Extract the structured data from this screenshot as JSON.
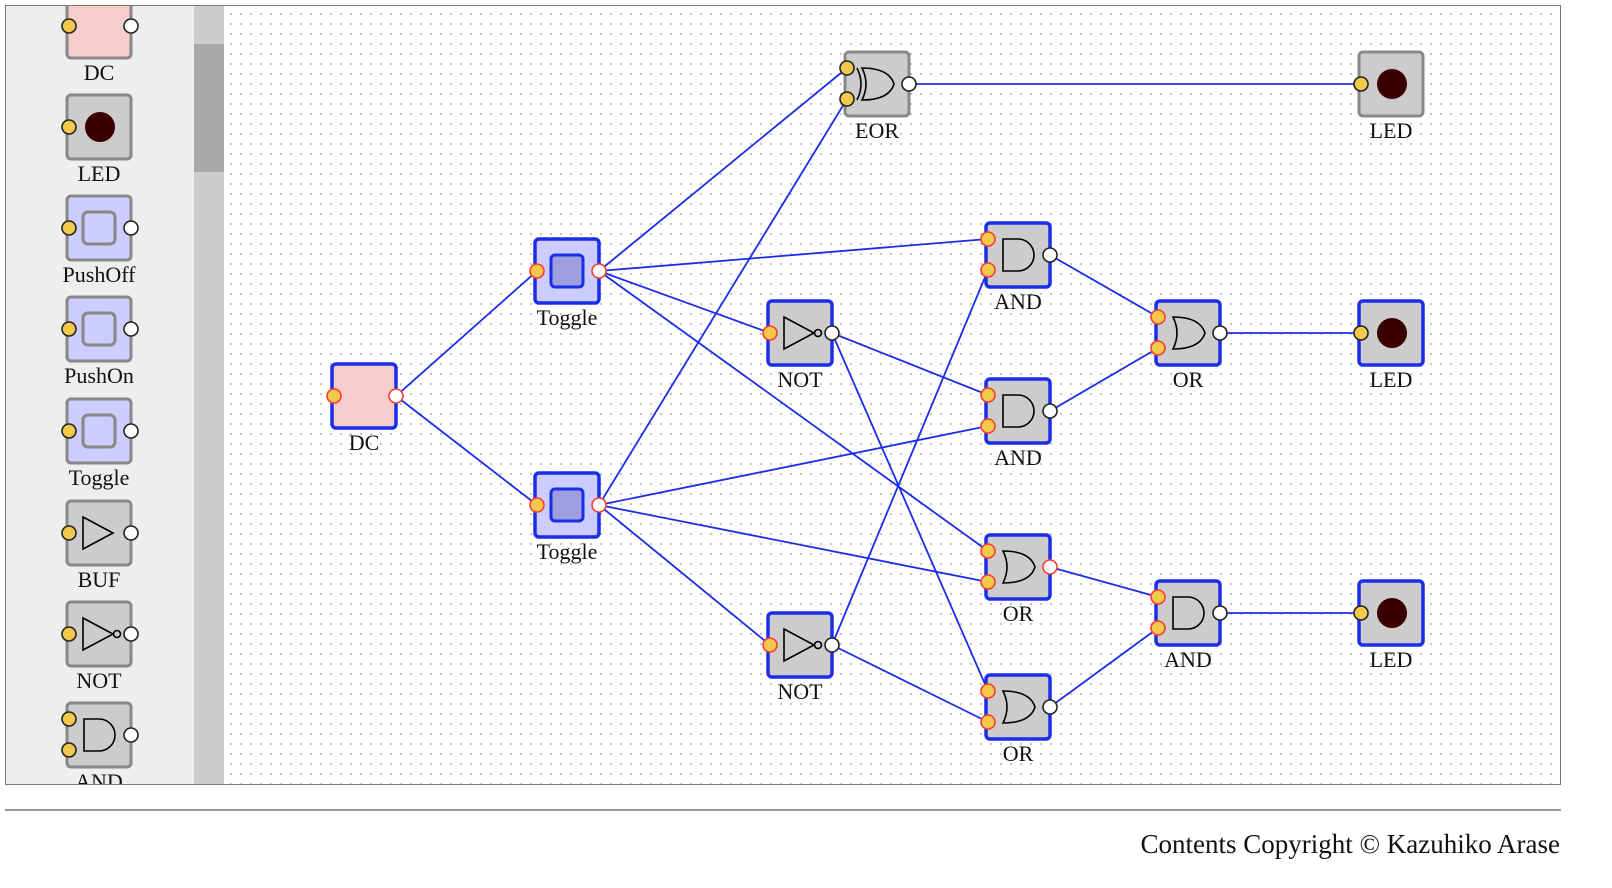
{
  "toolbox": {
    "items": [
      {
        "label": "DC",
        "kind": "dc"
      },
      {
        "label": "LED",
        "kind": "led"
      },
      {
        "label": "PushOff",
        "kind": "push"
      },
      {
        "label": "PushOn",
        "kind": "push"
      },
      {
        "label": "Toggle",
        "kind": "push"
      },
      {
        "label": "BUF",
        "kind": "buf"
      },
      {
        "label": "NOT",
        "kind": "not"
      },
      {
        "label": "AND",
        "kind": "and"
      }
    ]
  },
  "circuit": {
    "devices": [
      {
        "id": "dc1",
        "label": "DC",
        "kind": "dc",
        "active": true
      },
      {
        "id": "tg1",
        "label": "Toggle",
        "kind": "toggle",
        "active": true
      },
      {
        "id": "tg2",
        "label": "Toggle",
        "kind": "toggle",
        "active": true
      },
      {
        "id": "eor1",
        "label": "EOR",
        "kind": "eor",
        "active": false
      },
      {
        "id": "led1",
        "label": "LED",
        "kind": "led",
        "active": false
      },
      {
        "id": "and1",
        "label": "AND",
        "kind": "and",
        "active": true
      },
      {
        "id": "not1",
        "label": "NOT",
        "kind": "not",
        "active": true
      },
      {
        "id": "and2",
        "label": "AND",
        "kind": "and",
        "active": true
      },
      {
        "id": "or1",
        "label": "OR",
        "kind": "or",
        "active": true
      },
      {
        "id": "led2",
        "label": "LED",
        "kind": "led",
        "active": true
      },
      {
        "id": "or2",
        "label": "OR",
        "kind": "or",
        "active": true
      },
      {
        "id": "not2",
        "label": "NOT",
        "kind": "not",
        "active": true
      },
      {
        "id": "or3",
        "label": "OR",
        "kind": "or",
        "active": true
      },
      {
        "id": "and3",
        "label": "AND",
        "kind": "and",
        "active": true
      },
      {
        "id": "led3",
        "label": "LED",
        "kind": "led",
        "active": true
      }
    ]
  },
  "colors": {
    "wire": "#1a2ee8",
    "active_border": "#1a2ee8",
    "idle_border": "#888888",
    "gate_fill": "#cccccc",
    "dc_fill": "#f6cccc",
    "push_fill": "#ccccff",
    "pin_in": "#f2c94c",
    "led_dark": "#3a0000"
  },
  "footer": {
    "copyright": "Contents Copyright © Kazuhiko Arase"
  }
}
